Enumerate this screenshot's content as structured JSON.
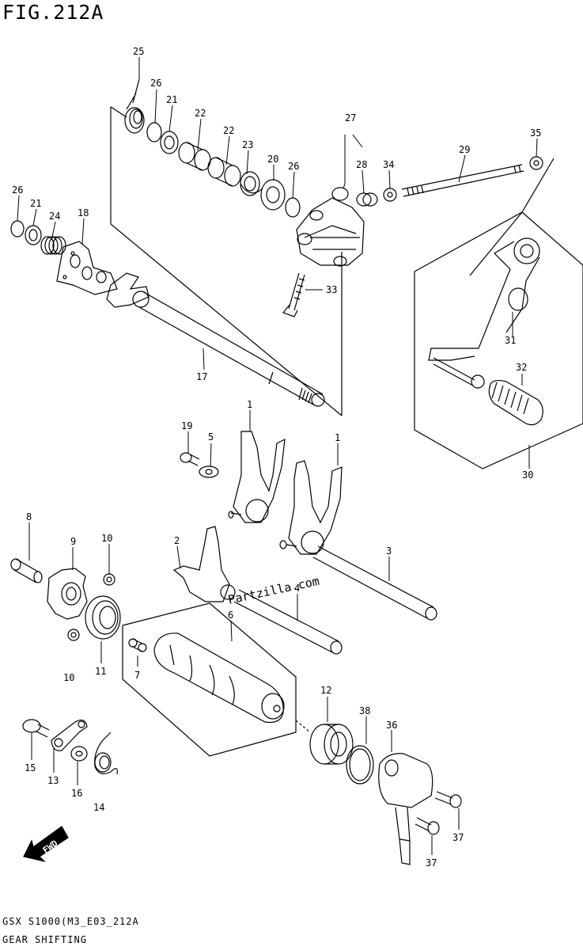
{
  "figure": {
    "title": "FIG.212A",
    "code": "GSX S1000(M3_E03_212A",
    "name": "GEAR SHIFTING"
  },
  "watermark": "Partzilla.com",
  "fwd_label": "FWD",
  "callouts": [
    {
      "id": "c25",
      "text": "25"
    },
    {
      "id": "c26a",
      "text": "26"
    },
    {
      "id": "c21a",
      "text": "21"
    },
    {
      "id": "c22a",
      "text": "22"
    },
    {
      "id": "c22b",
      "text": "22"
    },
    {
      "id": "c23",
      "text": "23"
    },
    {
      "id": "c20",
      "text": "20"
    },
    {
      "id": "c26b",
      "text": "26"
    },
    {
      "id": "c27",
      "text": "27"
    },
    {
      "id": "c28",
      "text": "28"
    },
    {
      "id": "c34",
      "text": "34"
    },
    {
      "id": "c29",
      "text": "29"
    },
    {
      "id": "c35",
      "text": "35"
    },
    {
      "id": "c26c",
      "text": "26"
    },
    {
      "id": "c21b",
      "text": "21"
    },
    {
      "id": "c24",
      "text": "24"
    },
    {
      "id": "c18",
      "text": "18"
    },
    {
      "id": "c33",
      "text": "33"
    },
    {
      "id": "c17",
      "text": "17"
    },
    {
      "id": "c31",
      "text": "31"
    },
    {
      "id": "c32",
      "text": "32"
    },
    {
      "id": "c30",
      "text": "30"
    },
    {
      "id": "c1a",
      "text": "1"
    },
    {
      "id": "c1b",
      "text": "1"
    },
    {
      "id": "c19",
      "text": "19"
    },
    {
      "id": "c5",
      "text": "5"
    },
    {
      "id": "c8",
      "text": "8"
    },
    {
      "id": "c9",
      "text": "9"
    },
    {
      "id": "c10a",
      "text": "10"
    },
    {
      "id": "c2",
      "text": "2"
    },
    {
      "id": "c3",
      "text": "3"
    },
    {
      "id": "c4",
      "text": "4"
    },
    {
      "id": "c6",
      "text": "6"
    },
    {
      "id": "c10b",
      "text": "10"
    },
    {
      "id": "c11",
      "text": "11"
    },
    {
      "id": "c7",
      "text": "7"
    },
    {
      "id": "c12",
      "text": "12"
    },
    {
      "id": "c38",
      "text": "38"
    },
    {
      "id": "c36",
      "text": "36"
    },
    {
      "id": "c15",
      "text": "15"
    },
    {
      "id": "c13",
      "text": "13"
    },
    {
      "id": "c16",
      "text": "16"
    },
    {
      "id": "c14",
      "text": "14"
    },
    {
      "id": "c37a",
      "text": "37"
    },
    {
      "id": "c37b",
      "text": "37"
    }
  ]
}
